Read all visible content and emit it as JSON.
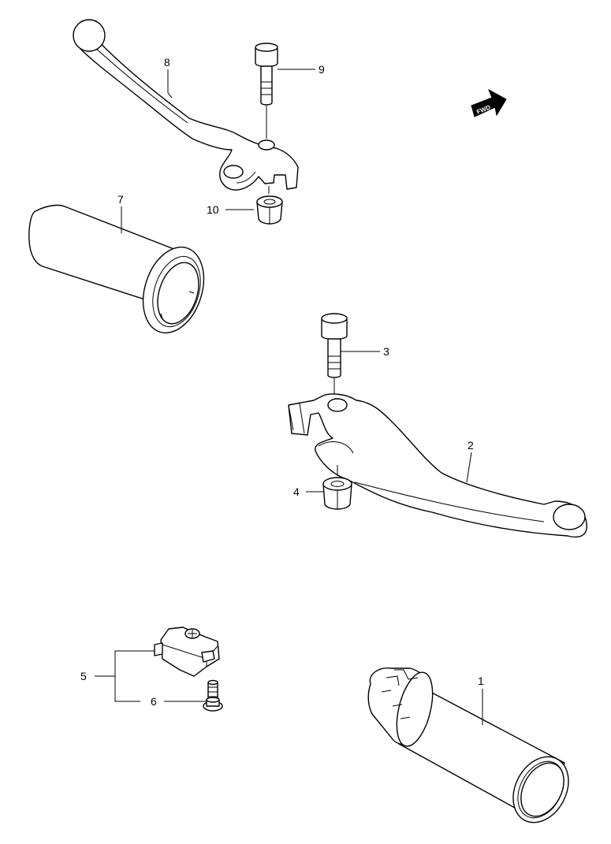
{
  "fwd_badge": "FWD",
  "callouts": [
    {
      "id": "1",
      "part": "throttle-grip"
    },
    {
      "id": "2",
      "part": "brake-lever"
    },
    {
      "id": "3",
      "part": "brake-lever-bolt"
    },
    {
      "id": "4",
      "part": "brake-lever-nut"
    },
    {
      "id": "5",
      "part": "switch-assembly"
    },
    {
      "id": "6",
      "part": "switch-screw"
    },
    {
      "id": "7",
      "part": "left-handlebar-grip"
    },
    {
      "id": "8",
      "part": "clutch-lever"
    },
    {
      "id": "9",
      "part": "clutch-lever-bolt"
    },
    {
      "id": "10",
      "part": "clutch-lever-nut"
    }
  ],
  "colors": {
    "line": "#000000",
    "background": "#ffffff"
  }
}
